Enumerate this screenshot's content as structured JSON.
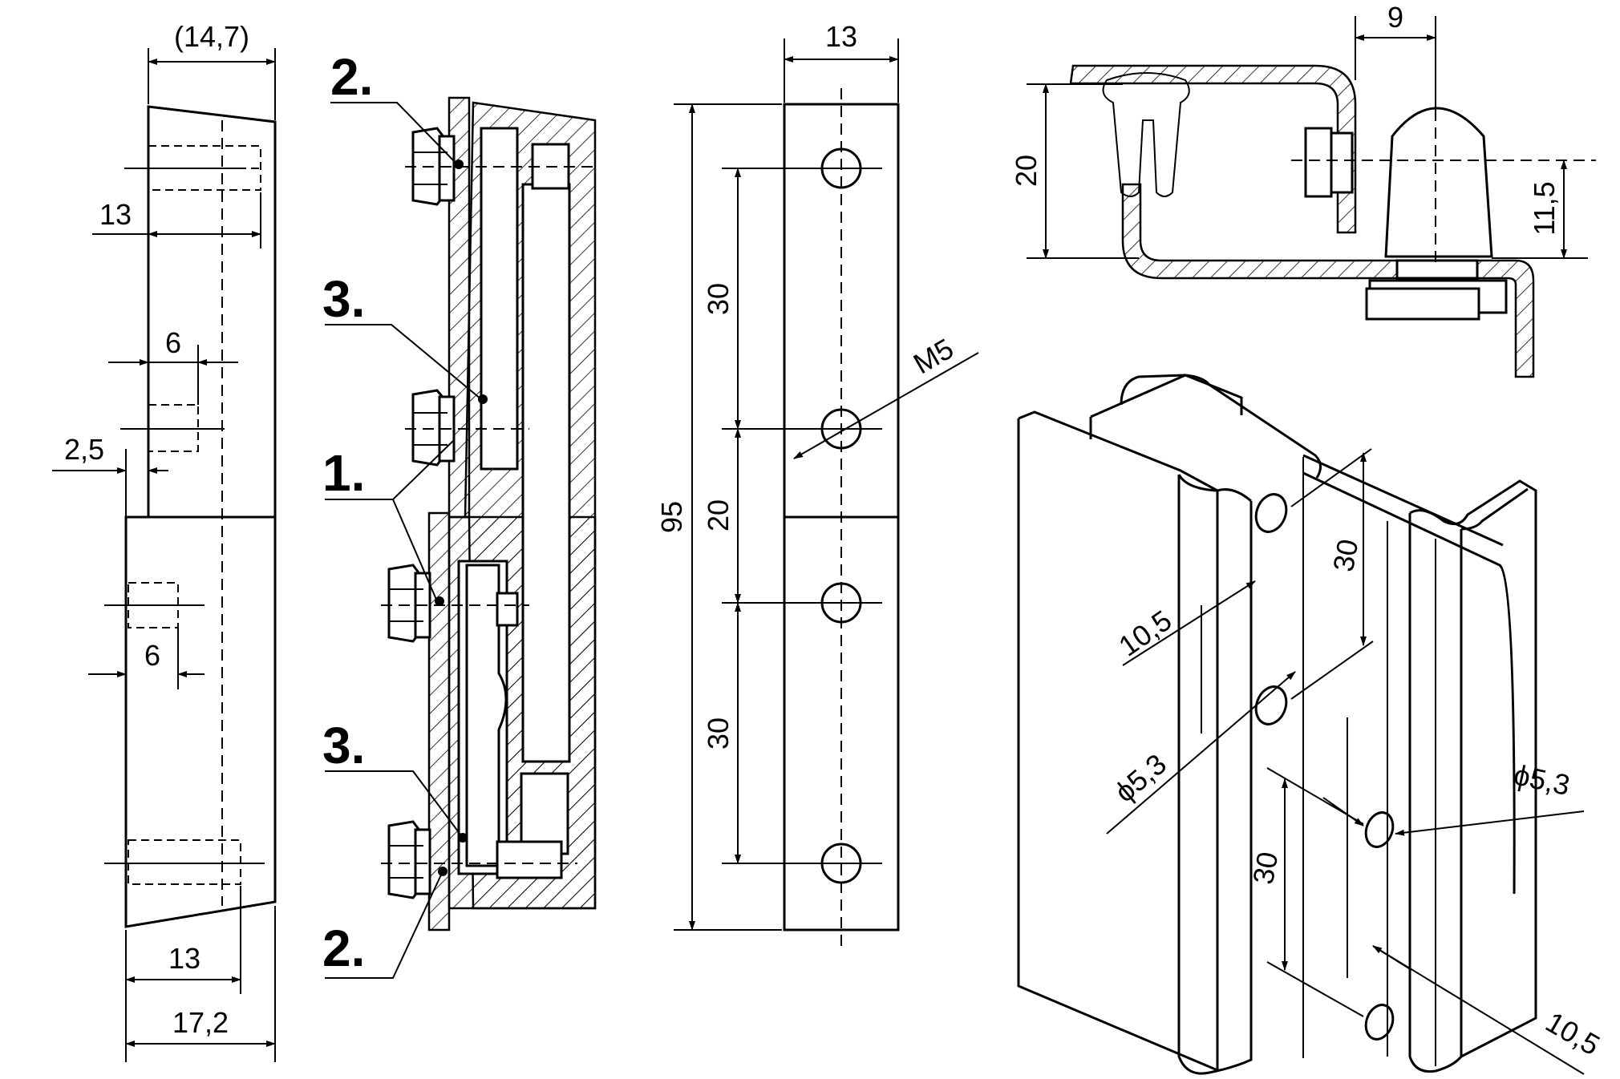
{
  "views": {
    "side_view": {
      "dims": [
        "(14,7)",
        "13",
        "6",
        "2,5",
        "6",
        "13",
        "17,2"
      ]
    },
    "section_view": {
      "callouts": [
        "2.",
        "3.",
        "1.",
        "3.",
        "2."
      ]
    },
    "front_view": {
      "dims": [
        "13",
        "95",
        "30",
        "20",
        "30",
        "M5"
      ]
    },
    "top_view": {
      "dims": [
        "9",
        "20",
        "11,5"
      ]
    },
    "profile_view": {
      "dims": [
        "30",
        "10,5",
        "ϕ5,3",
        "ϕ5,3",
        "30",
        "10,5"
      ]
    }
  }
}
